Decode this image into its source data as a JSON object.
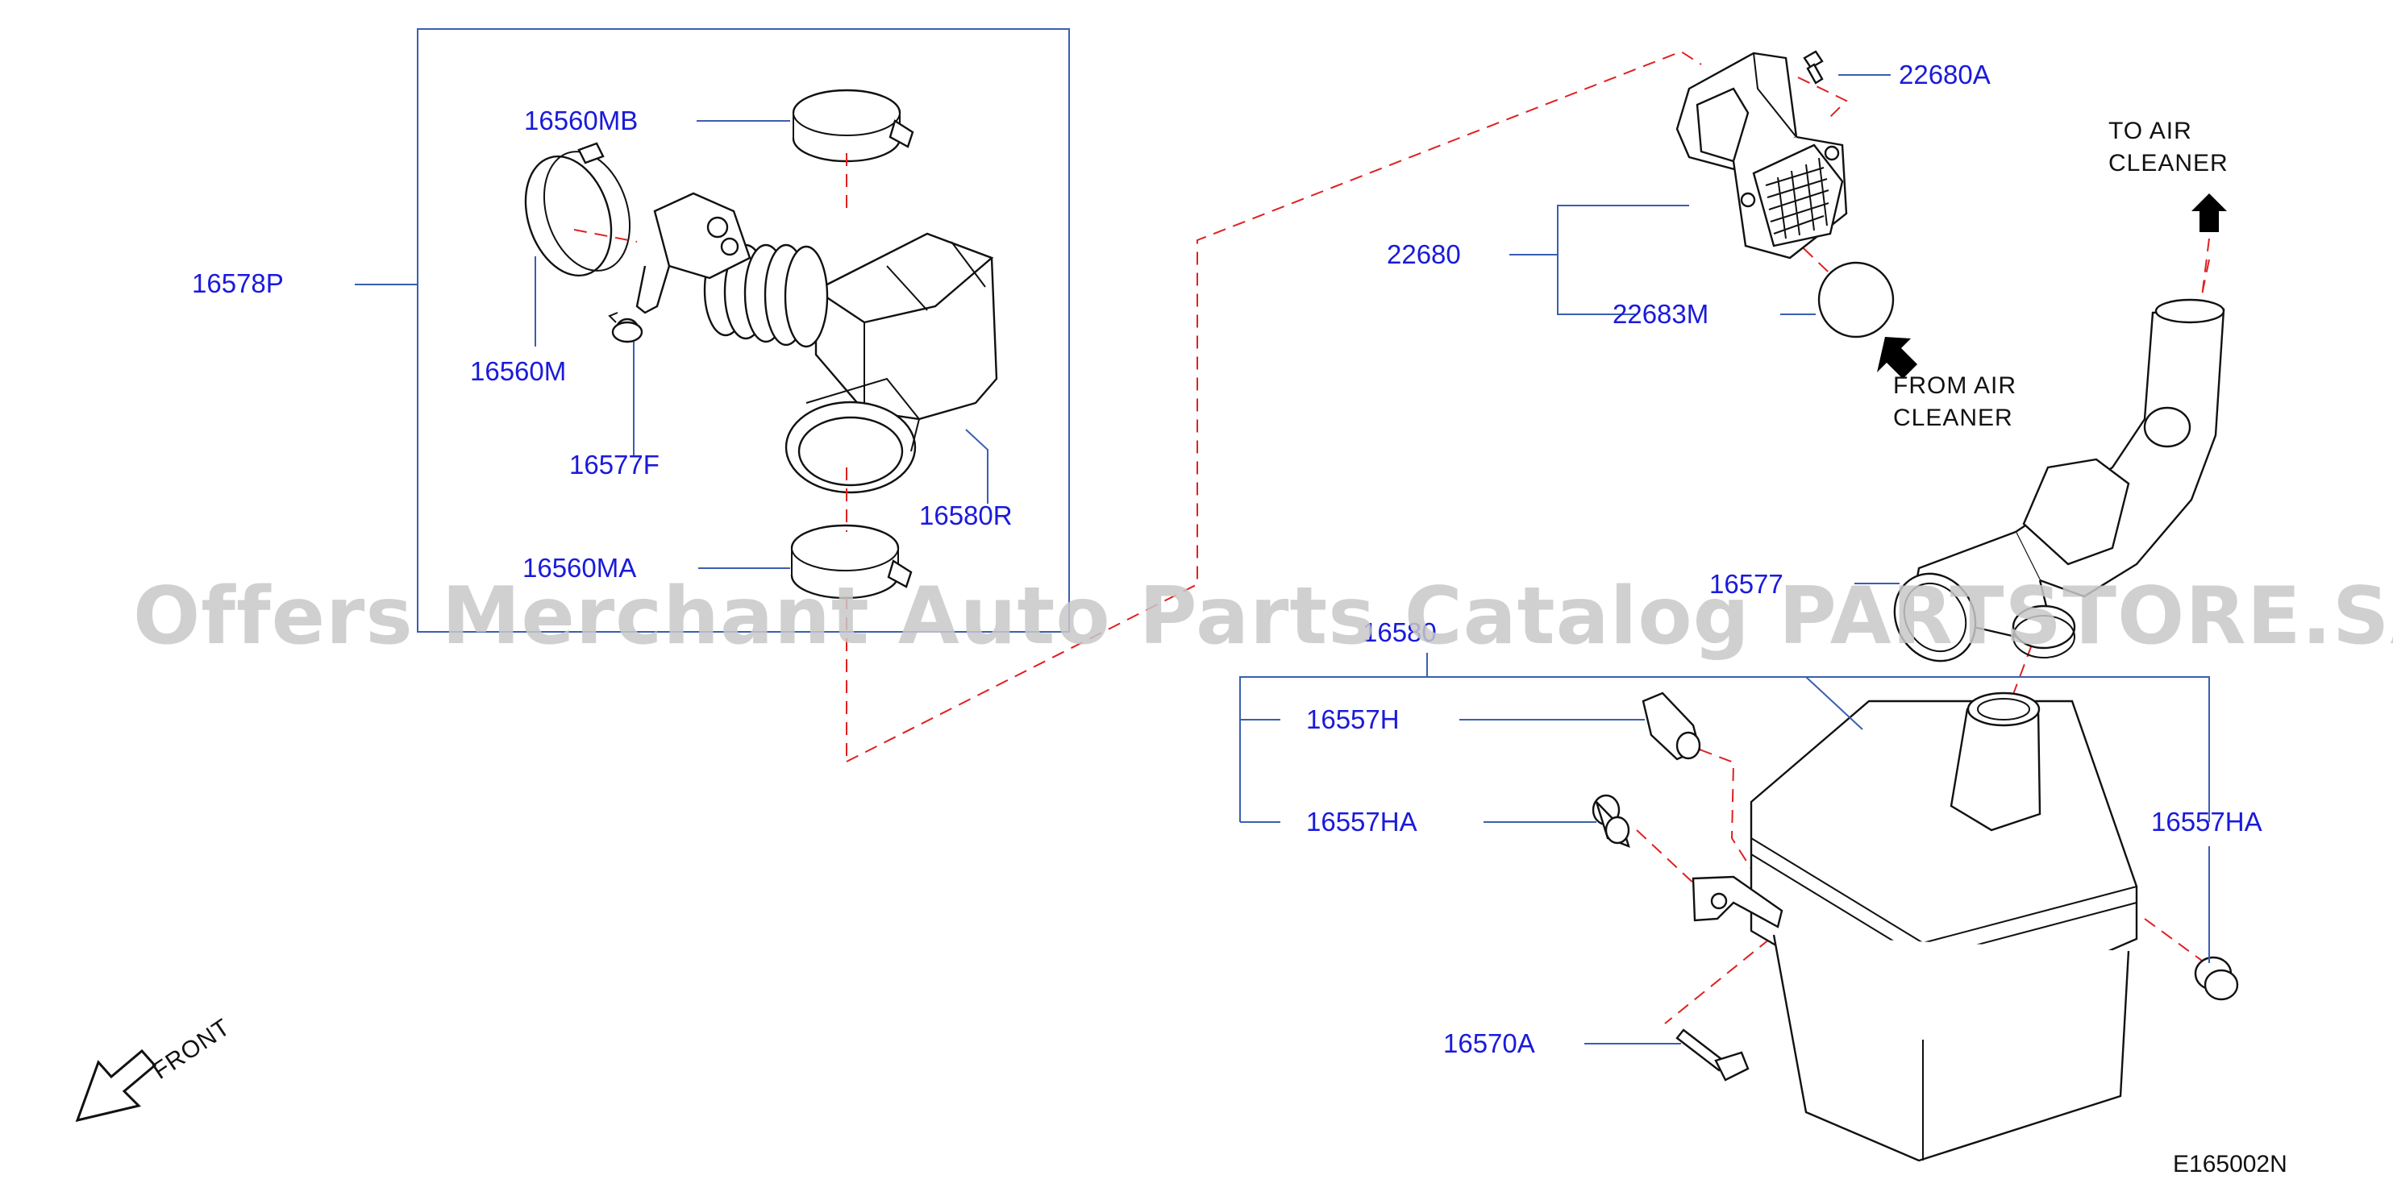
{
  "diagram": {
    "callouts": {
      "p16578P": "16578P",
      "p16560MB": "16560MB",
      "p16560M": "16560M",
      "p16577F": "16577F",
      "p16580R": "16580R",
      "p16560MA": "16560MA",
      "p22680A": "22680A",
      "p22680": "22680",
      "p22683M": "22683M",
      "p16577": "16577",
      "p16580": "16580",
      "p16557H": "16557H",
      "p16557HA_left": "16557HA",
      "p16557HA_right": "16557HA",
      "p16570A": "16570A"
    },
    "notes": {
      "to_air_cleaner_line1": "TO   AIR",
      "to_air_cleaner_line2": "CLEANER",
      "from_air_cleaner_line1": "FROM   AIR",
      "from_air_cleaner_line2": "CLEANER",
      "front": "FRONT"
    },
    "diagram_code": "E165002N",
    "watermark": "Offers Merchant Auto Parts Catalog PARTSTORE.SA"
  },
  "colors": {
    "callout_text": "#1a1adb",
    "leader_line": "#3a5fb0",
    "dashed_line": "#e02020",
    "part_outline": "#111111",
    "watermark": "#c8c8c8"
  }
}
